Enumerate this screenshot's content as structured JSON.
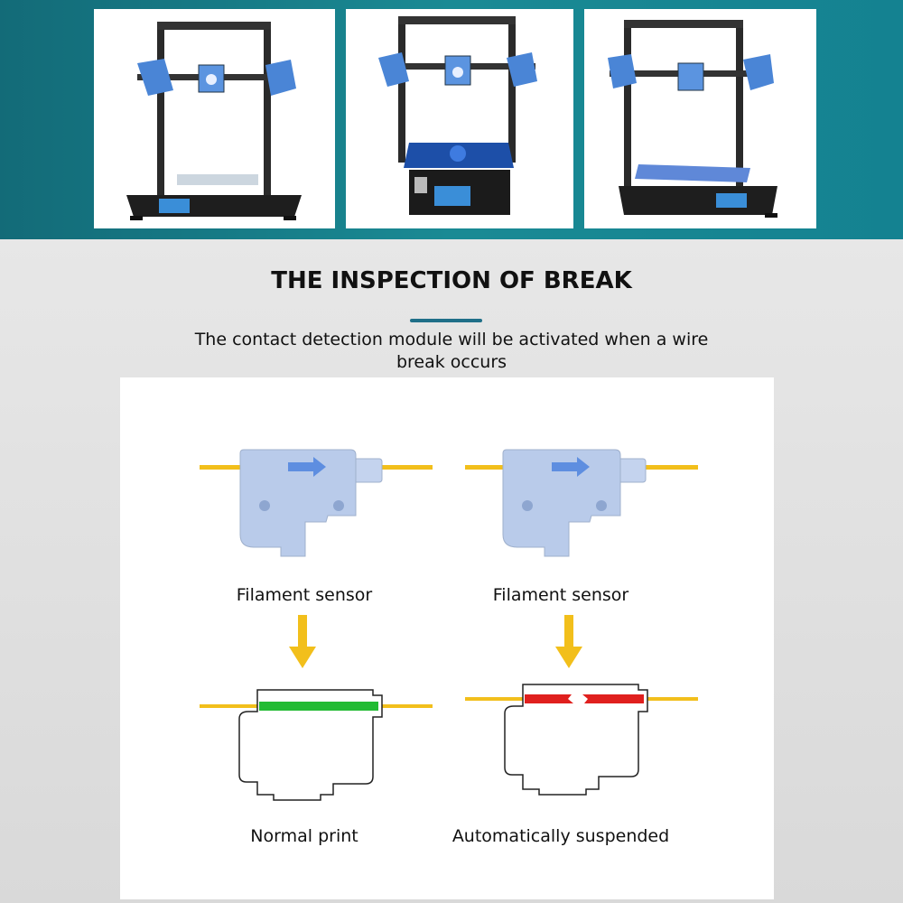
{
  "heading": "THE INSPECTION OF BREAK",
  "subtitle": "The contact detection module will be activated when a wire break occurs",
  "photos": [
    "printer-front-view",
    "printer-front-bed-raised",
    "printer-angled-view"
  ],
  "diagram": {
    "left_sensor_label": "Filament sensor",
    "right_sensor_label": "Filament sensor",
    "left_result_label": "Normal print",
    "right_result_label": "Automatically suspended"
  },
  "colors": {
    "band": "#168592",
    "filament": "#f2bf1b",
    "sensor_body": "#b7c9e8",
    "arrow_down": "#f2bf1b",
    "normal_strip": "#22bb33",
    "broken_strip": "#e0201e",
    "accent": "#1f6f88"
  }
}
